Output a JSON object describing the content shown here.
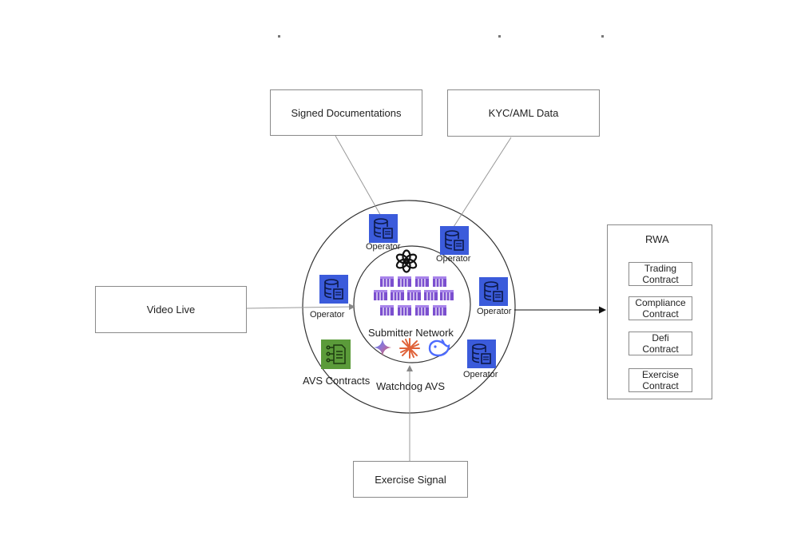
{
  "boxes": {
    "signed_docs": "Signed Documentations",
    "kyc_aml": "KYC/AML Data",
    "video_live": "Video Live",
    "exercise_signal": "Exercise Signal"
  },
  "rwa": {
    "title": "RWA",
    "contracts": [
      {
        "label": "Trading\nContract"
      },
      {
        "label": "Compliance\nContract"
      },
      {
        "label": "Defi\nContract"
      },
      {
        "label": "Exercise\nContract"
      }
    ]
  },
  "avs": {
    "operator_label": "Operator",
    "submitter_network": "Submitter Network",
    "watchdog_avs": "Watchdog AVS",
    "avs_contracts": "AVS Contracts"
  },
  "colors": {
    "operator_blue": "#3b5bdb",
    "contracts_green": "#5b9b3a",
    "container_purple": "#7b4fcf",
    "spark_orange": "#e0633a"
  },
  "icons": [
    "database-operator-icon",
    "openai-logo-icon",
    "container-cluster-icon",
    "gemini-sparkle-icon",
    "claude-spark-icon",
    "deepseek-whale-icon",
    "contract-document-icon"
  ]
}
